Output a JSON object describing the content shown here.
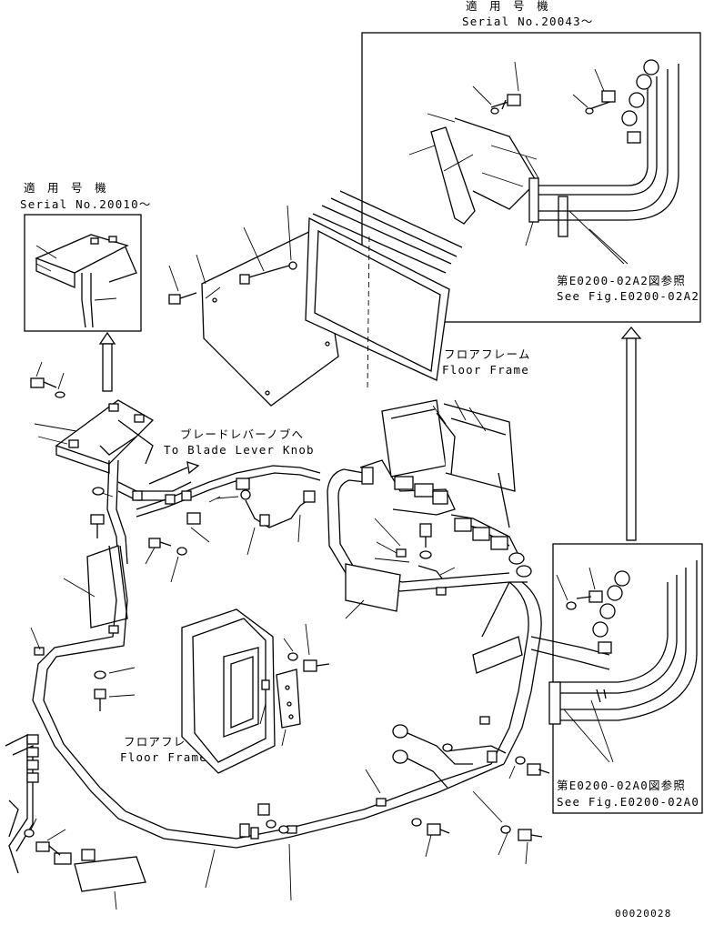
{
  "inset_top_right": {
    "applicable": "適 用 号 機",
    "serial": "Serial No.20043～",
    "ref_jp": "第E0200-02A2図参照",
    "ref_en": "See Fig.E0200-02A2"
  },
  "inset_top_left": {
    "applicable": "適 用 号 機",
    "serial": "Serial No.20010～"
  },
  "labels": {
    "floor_frame_1_jp": "フロアフレーム",
    "floor_frame_1_en": "Floor Frame",
    "blade_lever_jp": "ブレードレバーノブへ",
    "blade_lever_en": "To Blade Lever Knob",
    "floor_frame_2_jp": "フロアフレーム",
    "floor_frame_2_en": "Floor Frame"
  },
  "inset_bottom_right": {
    "ref_jp": "第E0200-02A0図参照",
    "ref_en": "See Fig.E0200-02A0"
  },
  "drawing_number": "00020028"
}
